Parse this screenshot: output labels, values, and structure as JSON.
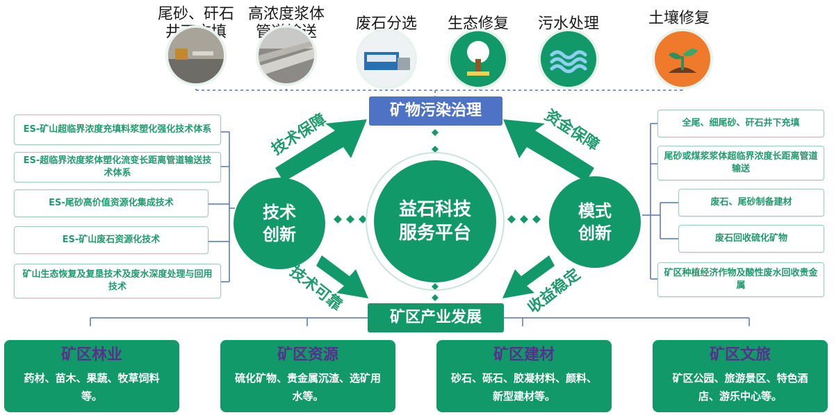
{
  "top_items": [
    {
      "label": "尾砂、矸石\n井下充填",
      "icon": "mine-backfill-photo-icon"
    },
    {
      "label": "高浓度浆体\n管道输送",
      "icon": "pipeline-photo-icon"
    },
    {
      "label": "废石分选",
      "icon": "sorting-machine-photo-icon"
    },
    {
      "label": "生态修复",
      "icon": "tree-icon"
    },
    {
      "label": "污水处理",
      "icon": "water-waves-icon"
    },
    {
      "label": "土壤修复",
      "icon": "seedling-icon"
    }
  ],
  "center": {
    "top_box": "矿物污染治理",
    "bottom_box": "矿区产业发展",
    "main_circle": "益石科技\n服务平台",
    "left_circle": "技术\n创新",
    "right_circle": "模式\n创新"
  },
  "arrows": {
    "top_left": "技术保障",
    "top_right": "资金保障",
    "bottom_left": "技术可靠",
    "bottom_right": "收益稳定"
  },
  "left_boxes": [
    "ES-矿山超临界浓度充填料浆塑化强化技术体系",
    "ES-超临界浓度浆体塑化流变长距离管道输送技术体系",
    "ES-尾砂高价值资源化集成技术",
    "ES-矿山废石资源化技术",
    "矿山生态恢复及复垦技术及废水深度处理与回用技术"
  ],
  "right_boxes": [
    "全尾、细尾砂、矸石井下充填",
    "尾砂或煤浆浆体超临界浓度长距离管道输送",
    "废石、尾砂制备建材",
    "废石回收硫化矿物",
    "矿区种植经济作物及酸性废水回收贵金属"
  ],
  "panels": [
    {
      "title": "矿区林业",
      "text": "药材、苗木、果蔬、牧草饲料等。"
    },
    {
      "title": "矿区资源",
      "text": "硫化矿物、贵金属沉渣、选矿用水等。"
    },
    {
      "title": "矿区建材",
      "text": "砂石、砾石、胶凝材料、颜料、新型建材等。"
    },
    {
      "title": "矿区文旅",
      "text": "矿区公园、旅游景区、特色酒店、游乐中心等。"
    }
  ],
  "colors": {
    "green": "#12996a",
    "blue": "#4e72c4",
    "label_green": "#1f9b6e",
    "panel_title": "#5b2d8c"
  }
}
